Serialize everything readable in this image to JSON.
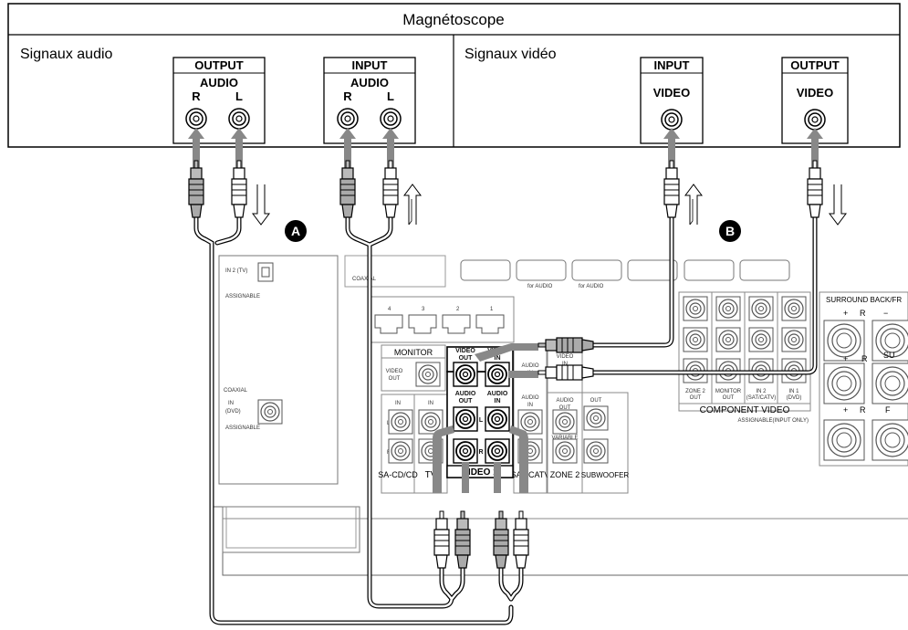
{
  "header": {
    "title": "Magnétoscope"
  },
  "audio_section": {
    "label": "Signaux audio",
    "output_box": {
      "title": "OUTPUT",
      "sub": "AUDIO",
      "right": "R",
      "left": "L"
    },
    "input_box": {
      "title": "INPUT",
      "sub": "AUDIO",
      "right": "R",
      "left": "L"
    }
  },
  "video_section": {
    "label": "Signaux vidéo",
    "input_box": {
      "title": "INPUT",
      "sub": "VIDEO"
    },
    "output_box": {
      "title": "OUTPUT",
      "sub": "VIDEO"
    }
  },
  "markers": {
    "a": "A",
    "b": "B"
  },
  "receiver": {
    "in2_tv": "IN 2\n(TV)",
    "assignable": "ASSIGNABLE",
    "coaxial_top": "COAXIAL",
    "coaxial": "COAXIAL",
    "coaxial_in_dvd_1": "IN",
    "coaxial_in_dvd_2": "(DVD)",
    "assignable2": "ASSIGNABLE",
    "for_audio_1": "for AUDIO",
    "for_audio_2": "for AUDIO",
    "port_4": "4",
    "port_3": "3",
    "port_2": "2",
    "port_1": "1",
    "monitor": "MONITOR",
    "video_out_1": "VIDEO",
    "video_out_2": "OUT",
    "vcr_video_out_1": "VIDEO",
    "vcr_video_out_2": "OUT",
    "vcr_video_in_1": "VIDEO",
    "vcr_video_in_2": "IN",
    "vcr_audio_out_1": "AUDIO",
    "vcr_audio_out_2": "OUT",
    "vcr_audio_in_1": "AUDIO",
    "vcr_audio_in_2": "IN",
    "video1": "VIDEO 1",
    "in_a": "IN",
    "in_b": "IN",
    "audio_in_1": "AUDIO",
    "audio_in_2": "IN",
    "sacd": "SA-CD/CD",
    "tv": "TV",
    "sat_catv": "SAT/CATV",
    "zone2": "ZONE 2",
    "audio_out_1": "AUDIO",
    "audio_out_2": "OUT",
    "variable": "VARIABLE",
    "out": "OUT",
    "subwoofer": "SUBWOOFER",
    "zone2_out_1": "ZONE 2",
    "zone2_out_2": "OUT",
    "monitor_out_1": "MONITOR",
    "monitor_out_2": "OUT",
    "in2_sat_1": "IN 2",
    "in2_sat_2": "(SAT/CATV)",
    "in1_dvd_1": "IN 1",
    "in1_dvd_2": "(DVD)",
    "component_video": "COMPONENT VIDEO",
    "assignable_input_only": "ASSIGNABLE(INPUT ONLY)",
    "surround_back": "SURROUND BACK/FR",
    "plus": "+",
    "minus": "−",
    "r": "R",
    "l": "L",
    "su": "SU",
    "f": "F"
  }
}
